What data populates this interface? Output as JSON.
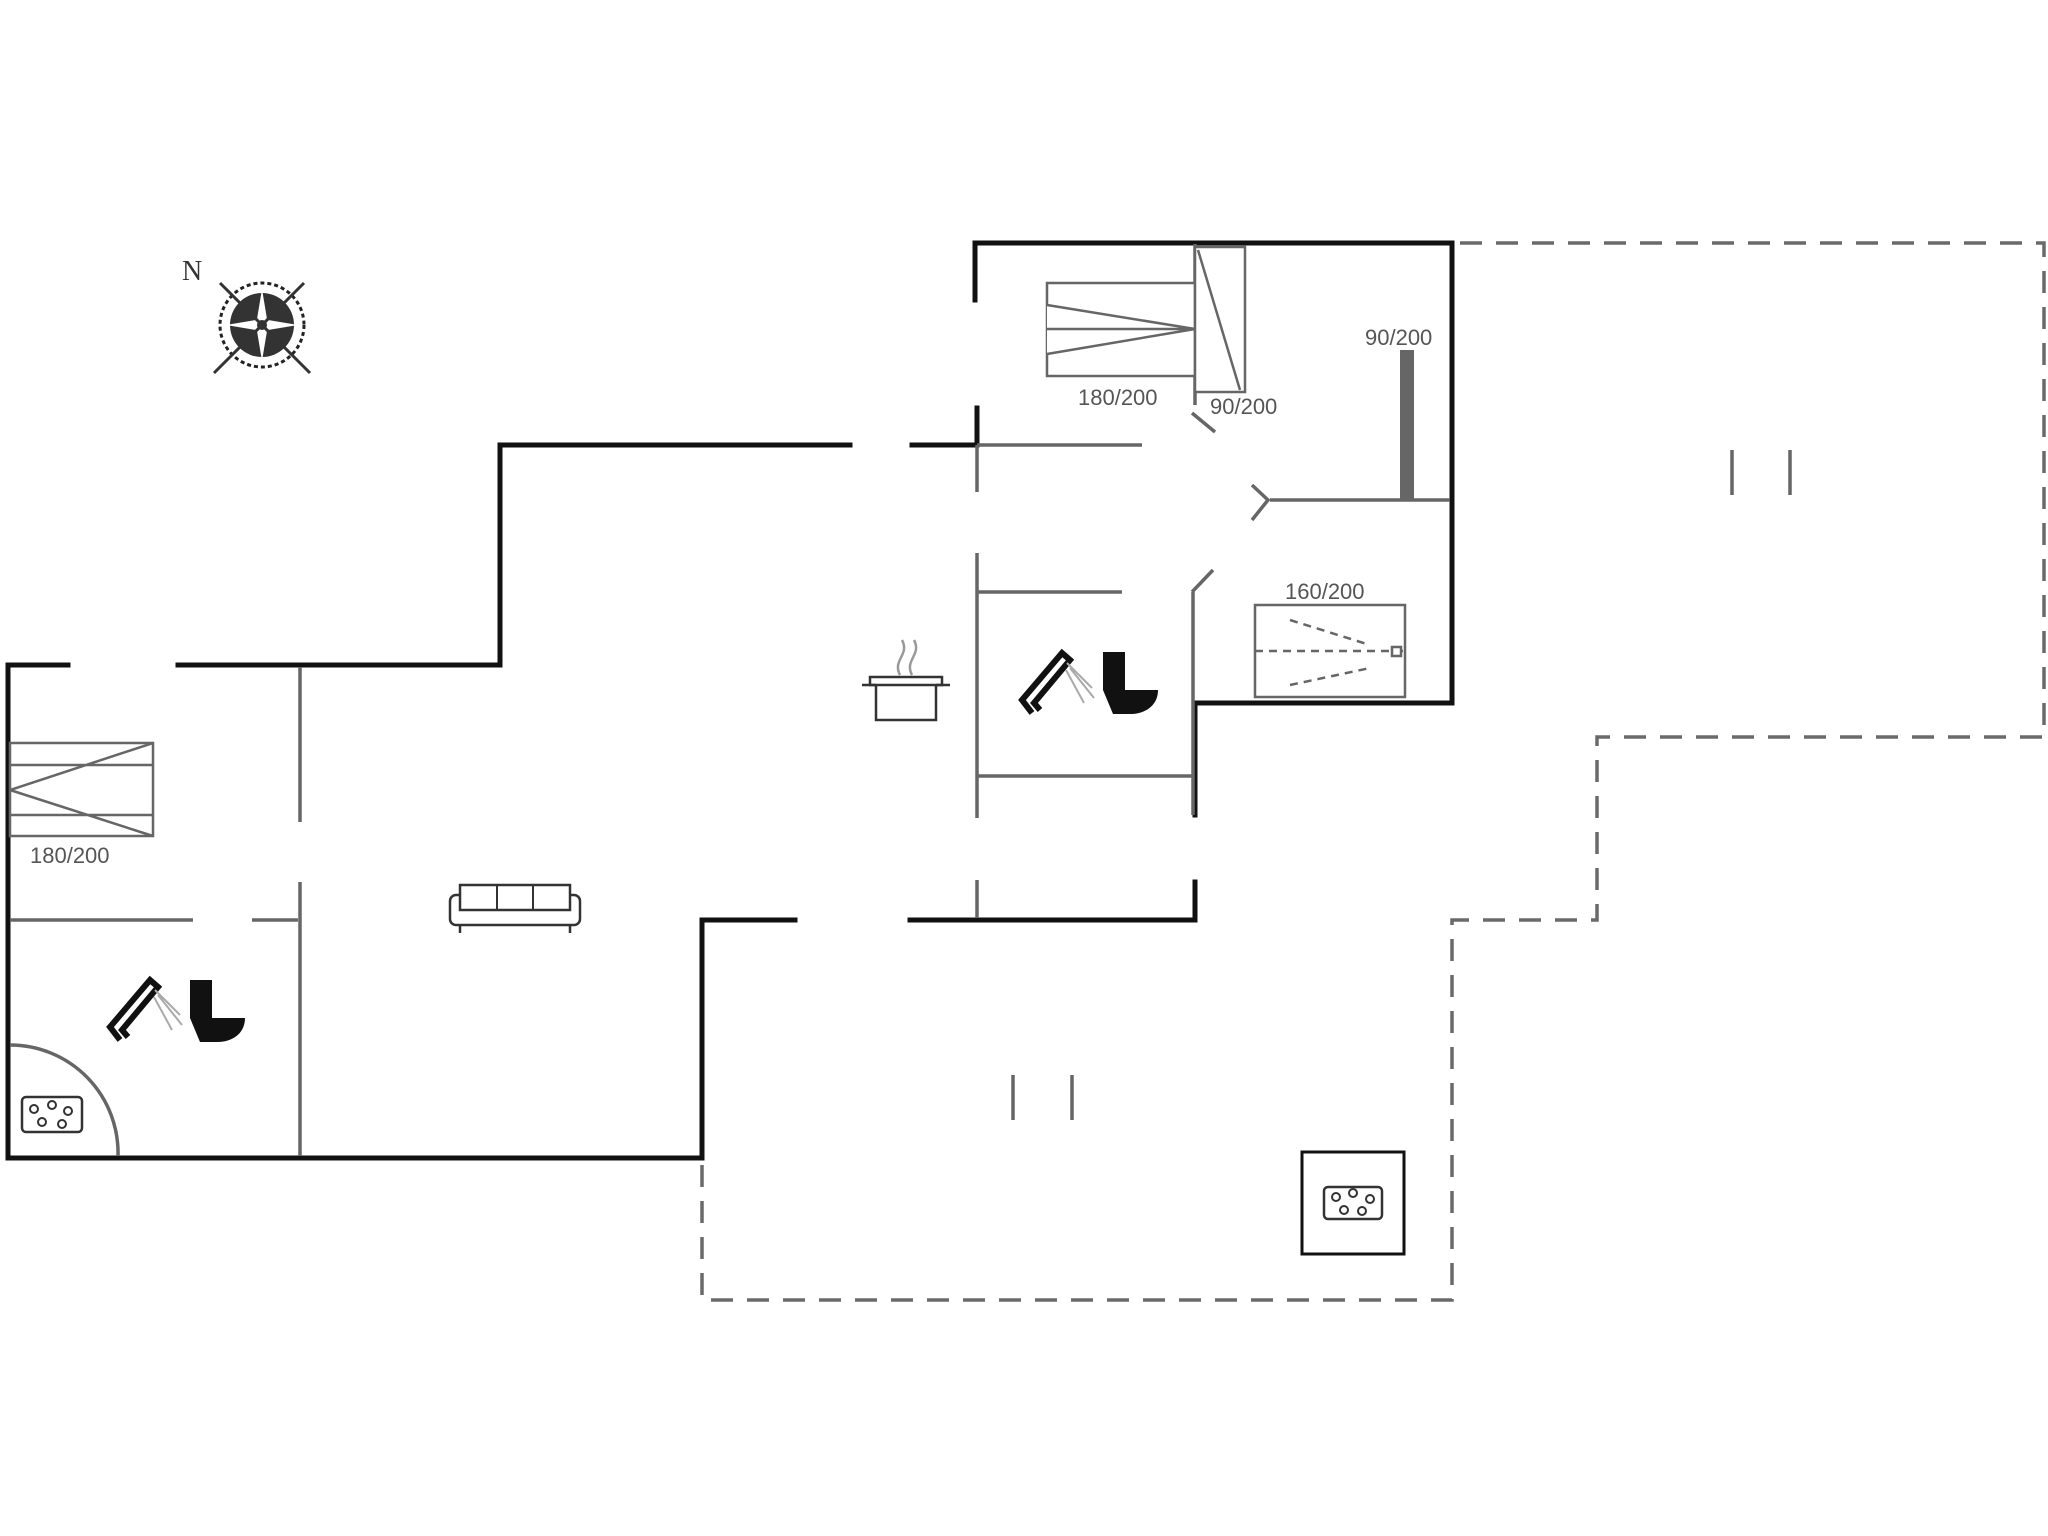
{
  "compass": {
    "north_label": "N"
  },
  "bed_labels": {
    "left_bedroom": "180/200",
    "top_double": "180/200",
    "top_single": "90/200",
    "bunk": "90/200",
    "lower_right": "160/200"
  },
  "icons": [
    "compass-icon",
    "stove-pot-icon",
    "sofa-icon",
    "shower-icon",
    "toilet-icon",
    "whirlpool-icon",
    "bed-icon"
  ],
  "colors": {
    "walls": "#111111",
    "inner_walls": "#666666",
    "terrace": "#6a6a6a"
  }
}
